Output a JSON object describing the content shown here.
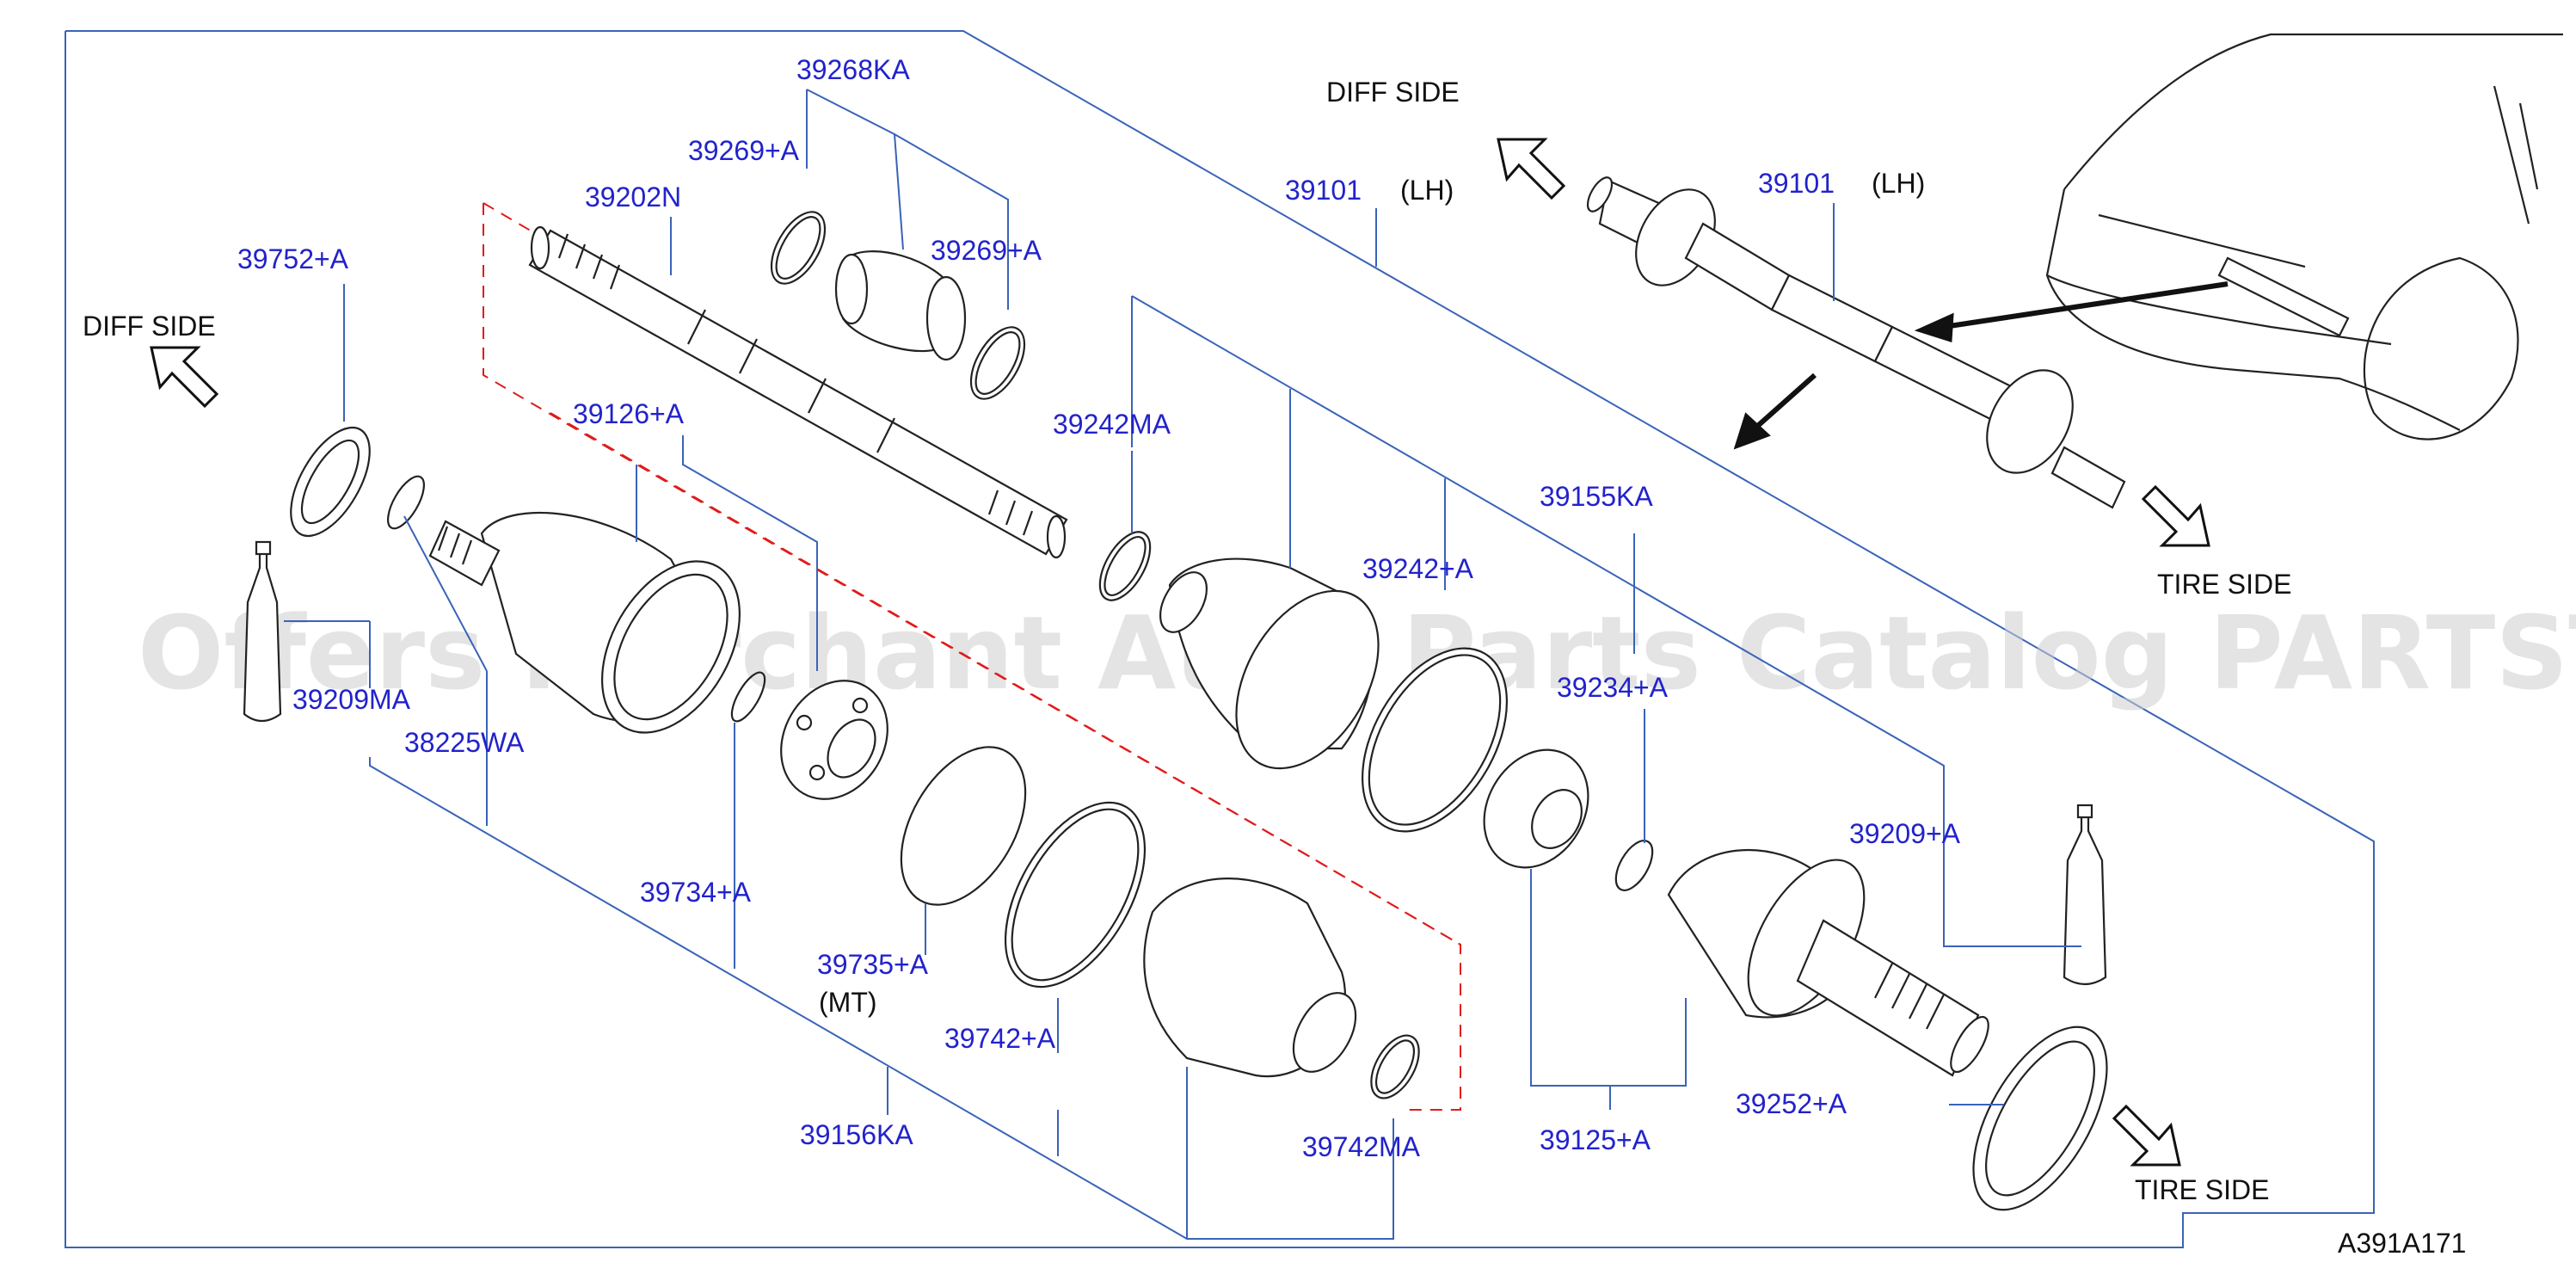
{
  "diagram": {
    "code": "A391A171",
    "watermark": "Offers Merchant Auto Parts Catalog PARTSTORE.SA",
    "side_labels": {
      "diff_left": "DIFF   SIDE",
      "diff_inset": "DIFF   SIDE",
      "tire_inset": "TIRE   SIDE",
      "tire_bottom": "TIRE   SIDE"
    },
    "parts": {
      "p39268KA": "39268KA",
      "p39269A_1": "39269+A",
      "p39269A_2": "39269+A",
      "p39202N": "39202N",
      "p39752A": "39752+A",
      "p39101_main": "39101",
      "p39101_main_lh": "(LH)",
      "p39101_inset": "39101",
      "p39101_inset_lh": "(LH)",
      "p39126A": "39126+A",
      "p39242MA": "39242MA",
      "p39155KA": "39155KA",
      "p39242A": "39242+A",
      "p39234A": "39234+A",
      "p39209MA": "39209MA",
      "p38225WA": "38225WA",
      "p39209A": "39209+A",
      "p39734A": "39734+A",
      "p39735A": "39735+A",
      "p39735A_mt": "(MT)",
      "p39742A": "39742+A",
      "p39156KA": "39156KA",
      "p39742MA": "39742MA",
      "p39125A": "39125+A",
      "p39252A": "39252+A"
    }
  }
}
